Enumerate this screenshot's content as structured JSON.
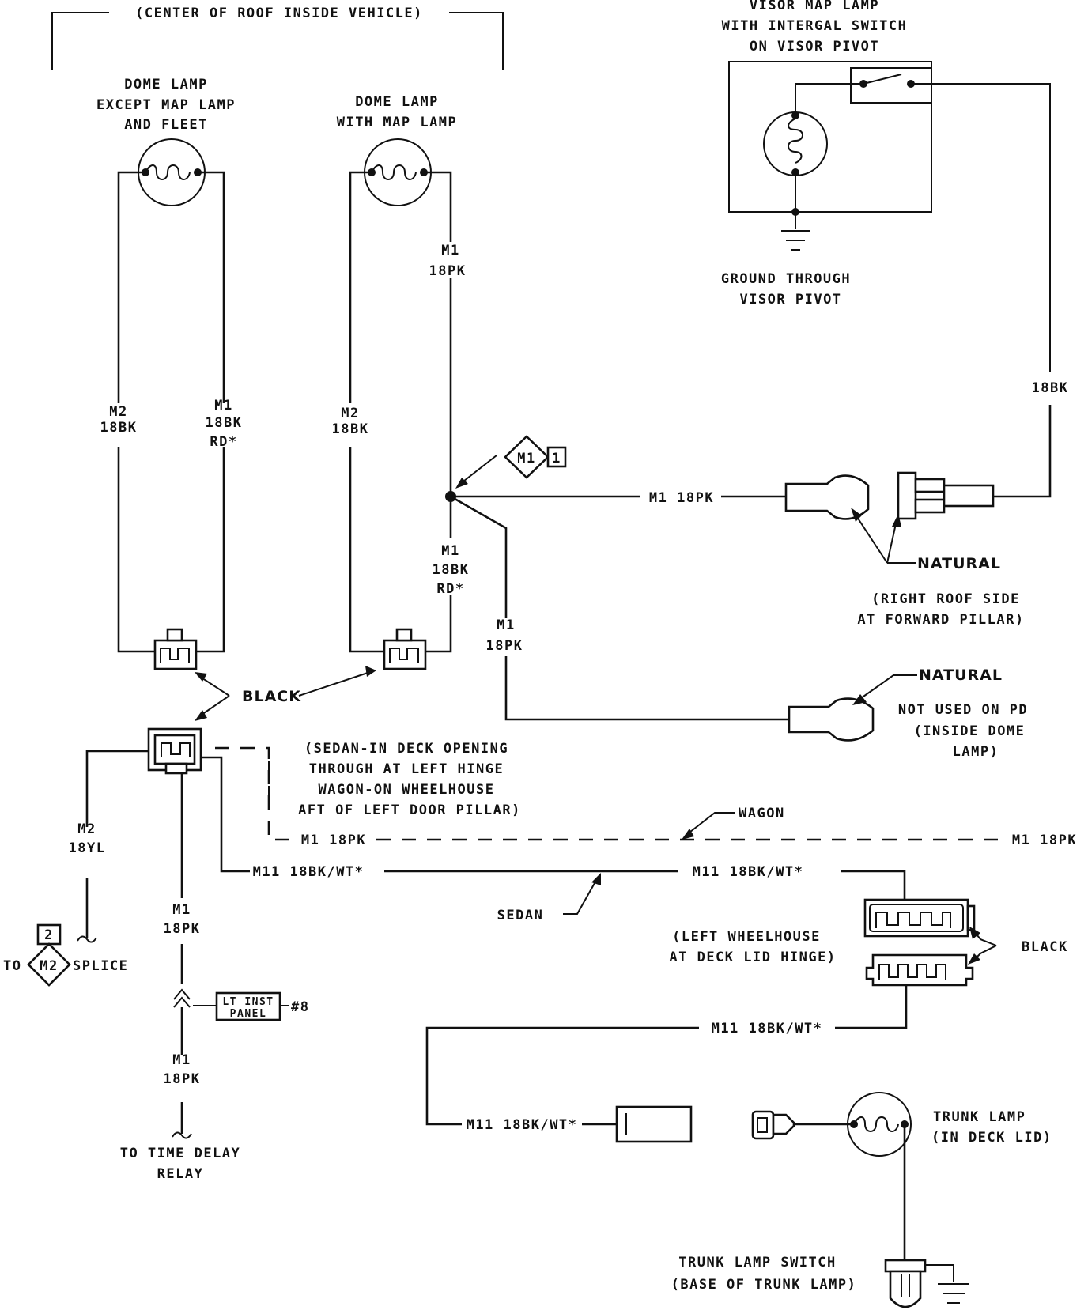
{
  "labels": {
    "roof_center": "(CENTER OF ROOF INSIDE VEHICLE)",
    "dome_lamp_1": [
      "DOME LAMP",
      "EXCEPT MAP LAMP",
      "AND FLEET"
    ],
    "dome_lamp_2": [
      "DOME LAMP",
      "WITH MAP LAMP"
    ],
    "visor_map_lamp": [
      "VISOR MAP LAMP",
      "WITH INTERGAL SWITCH",
      "ON VISOR PIVOT"
    ],
    "ground_through": [
      "GROUND THROUGH",
      "VISOR PIVOT"
    ],
    "visor_wire": "18BK",
    "dome1_left_wire": [
      "M2",
      "18BK"
    ],
    "dome1_right_wire": [
      "M1",
      "18BK",
      "RD*"
    ],
    "dome2_left_wire": [
      "M2",
      "18BK"
    ],
    "dome2_top_wire": [
      "M1",
      "18PK"
    ],
    "dome2_bottom_wire": [
      "M1",
      "18BK",
      "RD*"
    ],
    "branch_wire": [
      "M1",
      "18PK"
    ],
    "splice_m1_label": "M1",
    "splice_m1_num": "1",
    "wire_to_visor": "M1 18PK",
    "natural_1": "NATURAL",
    "right_roof_location": [
      "(RIGHT ROOF SIDE",
      "AT FORWARD PILLAR)"
    ],
    "natural_2": "NATURAL",
    "not_used": [
      "NOT USED ON PD",
      "(INSIDE DOME",
      "LAMP)"
    ],
    "black_1": "BLACK",
    "sedan_note": [
      "(SEDAN-IN DECK OPENING",
      "THROUGH AT LEFT HINGE",
      "WAGON-ON WHEELHOUSE",
      "AFT OF LEFT DOOR PILLAR)"
    ],
    "wagon": "WAGON",
    "wagon_wire_left": "M1 18PK",
    "wagon_wire_right": "M1 18PK",
    "m11_left": "M11 18BK/WT*",
    "m11_right": "M11 18BK/WT*",
    "sedan": "SEDAN",
    "m2_yl": [
      "M2",
      "18YL"
    ],
    "splice_m2_num": "2",
    "splice_m2_label": "M2",
    "to_text": "TO",
    "splice_text": "SPLICE",
    "m1_pk_upper": [
      "M1",
      "18PK"
    ],
    "lt_inst_panel": [
      "LT INST",
      "PANEL"
    ],
    "panel_cavity": "#8",
    "m1_pk_lower": [
      "M1",
      "18PK"
    ],
    "to_time_delay": [
      "TO TIME DELAY",
      "RELAY"
    ],
    "left_wheelhouse": [
      "(LEFT WHEELHOUSE",
      "AT DECK LID HINGE)"
    ],
    "black_2": "BLACK",
    "m11_lower": "M11 18BK/WT*",
    "m11_to_trunk": "M11 18BK/WT*",
    "trunk_lamp": [
      "TRUNK LAMP",
      "(IN DECK LID)"
    ],
    "trunk_switch": [
      "TRUNK LAMP SWITCH",
      "(BASE OF TRUNK LAMP)"
    ]
  }
}
